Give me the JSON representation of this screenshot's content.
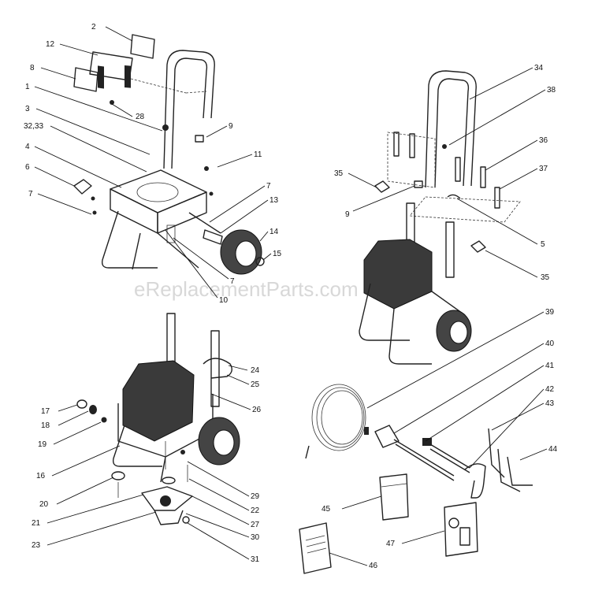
{
  "watermark": "eReplacementParts.com",
  "callouts": [
    {
      "id": "c2",
      "label": "2"
    },
    {
      "id": "c12",
      "label": "12"
    },
    {
      "id": "c8",
      "label": "8"
    },
    {
      "id": "c1",
      "label": "1"
    },
    {
      "id": "c28",
      "label": "28"
    },
    {
      "id": "c3",
      "label": "3"
    },
    {
      "id": "c3233",
      "label": "32,33"
    },
    {
      "id": "c9a",
      "label": "9"
    },
    {
      "id": "c4",
      "label": "4"
    },
    {
      "id": "c11",
      "label": "11"
    },
    {
      "id": "c6",
      "label": "6"
    },
    {
      "id": "c7a",
      "label": "7"
    },
    {
      "id": "c7b",
      "label": "7"
    },
    {
      "id": "c13",
      "label": "13"
    },
    {
      "id": "c14",
      "label": "14"
    },
    {
      "id": "c15",
      "label": "15"
    },
    {
      "id": "c7c",
      "label": "7"
    },
    {
      "id": "c10",
      "label": "10"
    },
    {
      "id": "c34",
      "label": "34"
    },
    {
      "id": "c38",
      "label": "38"
    },
    {
      "id": "c36",
      "label": "36"
    },
    {
      "id": "c37",
      "label": "37"
    },
    {
      "id": "c35a",
      "label": "35"
    },
    {
      "id": "c9b",
      "label": "9"
    },
    {
      "id": "c5",
      "label": "5"
    },
    {
      "id": "c35b",
      "label": "35"
    },
    {
      "id": "c39",
      "label": "39"
    },
    {
      "id": "c40",
      "label": "40"
    },
    {
      "id": "c41",
      "label": "41"
    },
    {
      "id": "c42",
      "label": "42"
    },
    {
      "id": "c43",
      "label": "43"
    },
    {
      "id": "c44",
      "label": "44"
    },
    {
      "id": "c24",
      "label": "24"
    },
    {
      "id": "c25",
      "label": "25"
    },
    {
      "id": "c17",
      "label": "17"
    },
    {
      "id": "c18",
      "label": "18"
    },
    {
      "id": "c26",
      "label": "26"
    },
    {
      "id": "c19",
      "label": "19"
    },
    {
      "id": "c16",
      "label": "16"
    },
    {
      "id": "c29",
      "label": "29"
    },
    {
      "id": "c20",
      "label": "20"
    },
    {
      "id": "c22",
      "label": "22"
    },
    {
      "id": "c21",
      "label": "21"
    },
    {
      "id": "c27",
      "label": "27"
    },
    {
      "id": "c30",
      "label": "30"
    },
    {
      "id": "c23",
      "label": "23"
    },
    {
      "id": "c31",
      "label": "31"
    },
    {
      "id": "c45",
      "label": "45"
    },
    {
      "id": "c47",
      "label": "47"
    },
    {
      "id": "c46",
      "label": "46"
    }
  ]
}
